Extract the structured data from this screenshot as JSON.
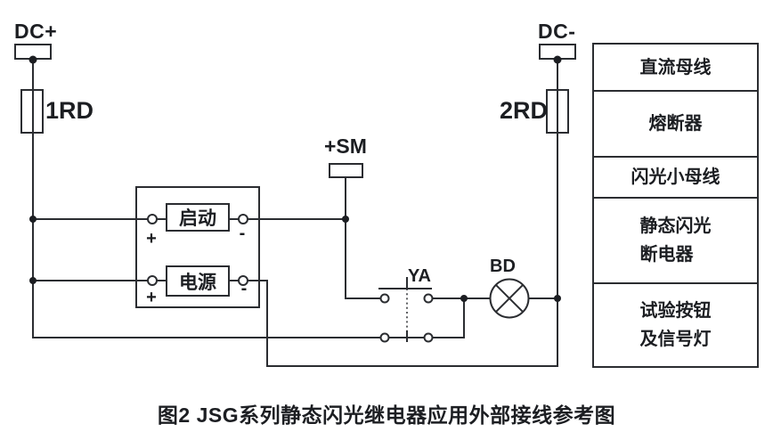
{
  "colors": {
    "ink": "#1c1e22",
    "line": "#2b2d31",
    "background": "#ffffff"
  },
  "diagram": {
    "dc_plus_label": "DC+",
    "dc_minus_label": "DC-",
    "fuse_left_label": "1RD",
    "fuse_right_label": "2RD",
    "flash_bus_label": "+SM",
    "relay": {
      "start_label": "启动",
      "power_label": "电源",
      "plus_label": "+",
      "minus_label": "-"
    },
    "test_button_label": "YA",
    "lamp_label": "BD"
  },
  "legend": {
    "rows": [
      {
        "lines": [
          "直流母线"
        ]
      },
      {
        "lines": [
          "熔断器"
        ]
      },
      {
        "lines": [
          "闪光小母线"
        ]
      },
      {
        "lines": [
          "静态闪光",
          "断电器"
        ]
      },
      {
        "lines": [
          "试验按钮",
          "及信号灯"
        ]
      }
    ]
  },
  "caption": "图2  JSG系列静态闪光继电器应用外部接线参考图"
}
